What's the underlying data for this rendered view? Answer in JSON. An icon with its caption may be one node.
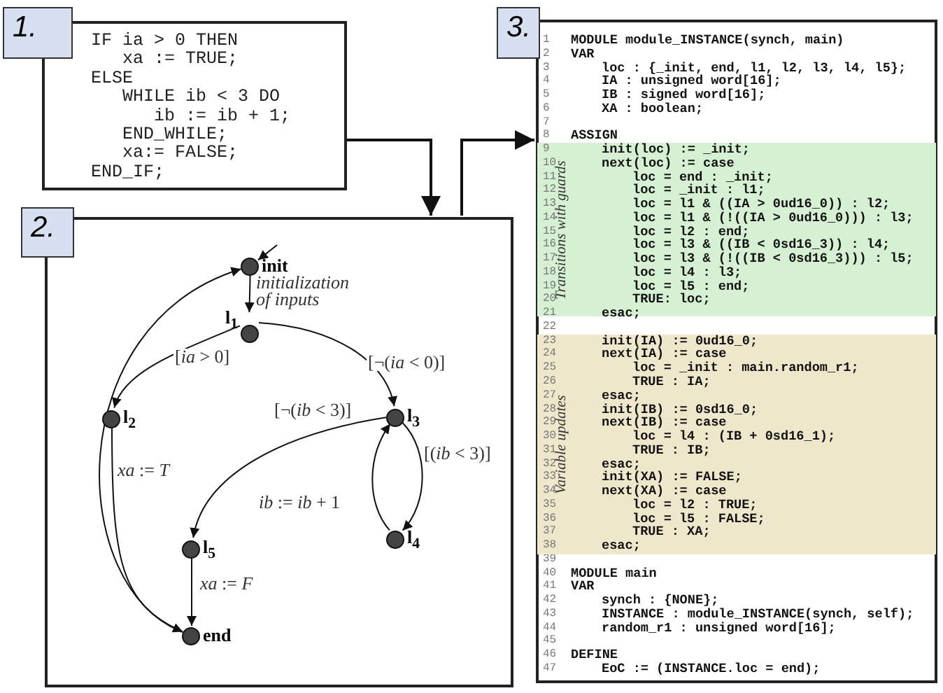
{
  "diagram": {
    "nodes": [
      {
        "text": [
          "1.",
          "IF ia > 0 THEN",
          "xa := TRUE;",
          "ELSE",
          "WHILE ib < 3 DO",
          "ib := ib + 1;",
          "END_WHILE;",
          "xa:= FALSE;",
          "END_IF;"
        ]
      },
      {
        "text": [
          "2."
        ]
      },
      {
        "text": [
          "init"
        ],
        "in": 1
      },
      {
        "text": [
          "l$_{1}$"
        ],
        "in": 1
      },
      {
        "text": [
          "l$_{2}$"
        ],
        "in": 1
      },
      {
        "text": [
          "l$_{3}$"
        ],
        "in": 1
      },
      {
        "text": [
          "l$_{4}$"
        ],
        "in": 1
      },
      {
        "text": [
          "l$_{5}$"
        ],
        "in": 1
      },
      {
        "text": [
          "end"
        ],
        "in": 1
      },
      {
        "text": [
          "3.",
          "1",
          "MODULE module_INSTANCE(synch, main)",
          "2",
          "VAR",
          "3",
          "loc : {_init, end, l1, l2, l3, l4, l5};",
          "4",
          "IA : unsigned word[16];",
          "5",
          "IB : signed word[16];",
          "6",
          "XA : boolean;",
          "7",
          "8",
          "ASSIGN",
          "22",
          "39",
          "40",
          "MODULE main",
          "41",
          "VAR",
          "42",
          "synch : {NONE};",
          "43",
          "INSTANCE : module_INSTANCE(synch, self);",
          "44",
          "random_r1 : unsigned word[16];",
          "45",
          "46",
          "DEFINE",
          "47",
          "EoC := (INSTANCE.loc = end);"
        ]
      },
      {
        "text": [
          "Transitions with guards",
          "9",
          "init(loc) := _init;",
          "10",
          "next(loc) := case",
          "11",
          "loc = end : _init;",
          "12",
          "loc = _init : l1;",
          "13",
          "loc = l1 & ((IA > 0ud16_0)) : l2;",
          "14",
          "loc = l1 & (!((IA > 0ud16_0))) : l3;",
          "15",
          "loc = l2 : end;",
          "16",
          "loc = l3 & ((IB < 0sd16_3)) : l4;",
          "17",
          "loc = l3 & (!((IB < 0sd16_3))) : l5;",
          "18",
          "loc = l4 : l3;",
          "19",
          "loc = l5 : end;",
          "20",
          "TRUE: loc;",
          "21",
          "esac;"
        ],
        "in": 9
      },
      {
        "text": [
          "Variable updates",
          "23",
          "init(IA) := 0ud16_0;",
          "24",
          "next(IA) := case",
          "25",
          "loc = _init : main.random_r1;",
          "26",
          "TRUE : IA;",
          "27",
          "esac;",
          "28",
          "init(IB) := 0sd16_0;",
          "29",
          "next(IB) := case",
          "30",
          "loc = l4 : (IB + 0sd16_1);",
          "31",
          "TRUE : IB;",
          "32",
          "esac;",
          "33",
          "init(XA) := FALSE;",
          "34",
          "next(XA) := case",
          "35",
          "loc = l2 : TRUE;",
          "36",
          "loc = l5 : FALSE;",
          "37",
          "TRUE : XA;",
          "38",
          "esac;"
        ],
        "in": 9
      }
    ],
    "edges": [
      {
        "from": 0,
        "to": 1,
        "arrow": "to"
      },
      {
        "from": 1,
        "to": 9,
        "arrow": "to"
      },
      {
        "from": null,
        "to": 2,
        "arrow": "to"
      },
      {
        "from": 2,
        "to": 3,
        "arrow": "to",
        "label": "initialization of inputs"
      },
      {
        "from": 3,
        "to": 4,
        "arrow": "to",
        "label": "[*ia* > 0]"
      },
      {
        "from": 3,
        "to": 5,
        "arrow": "to",
        "label": "[¬(*ia* < 0)]"
      },
      {
        "from": 5,
        "to": 7,
        "arrow": "to",
        "label": "[¬(*ib* < 3)]"
      },
      {
        "from": 5,
        "to": 6,
        "arrow": "to",
        "label": "[(*ib* < 3)]"
      },
      {
        "from": 6,
        "to": 5,
        "arrow": "to",
        "label": "*ib* := *ib* + 1"
      },
      {
        "from": 4,
        "to": 8,
        "arrow": "to",
        "label": "*xa* := *T*"
      },
      {
        "from": 7,
        "to": 8,
        "arrow": "to",
        "label": "*xa* := *F*"
      },
      {
        "from": 8,
        "to": 2,
        "arrow": "to"
      }
    ]
  }
}
